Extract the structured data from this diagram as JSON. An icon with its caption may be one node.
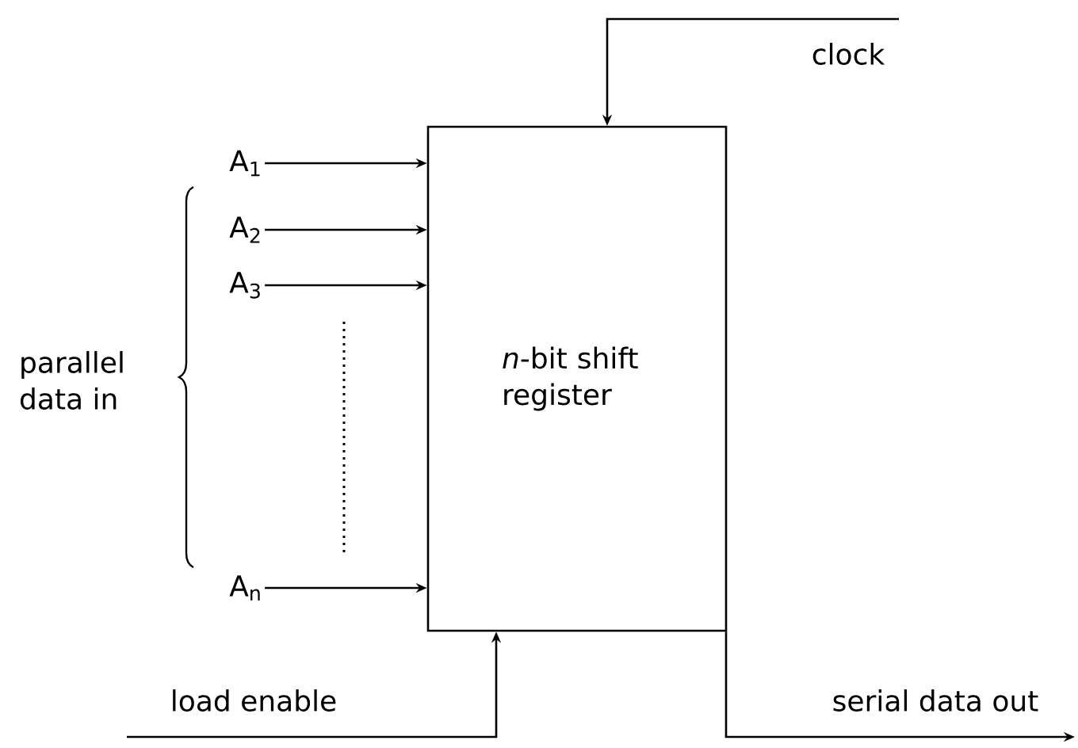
{
  "diagram": {
    "nodes": [
      {
        "text": [
          "*n*-bit shift register"
        ]
      },
      {
        "text": [
          "A$_{1}$"
        ]
      },
      {
        "text": [
          "A$_{2}$"
        ]
      },
      {
        "text": [
          "A$_{3}$"
        ]
      },
      {
        "text": [
          "A$_{n}$"
        ]
      }
    ],
    "edges": [
      {
        "from": 1,
        "to": 0,
        "arrow": "to"
      },
      {
        "from": 2,
        "to": 0,
        "arrow": "to"
      },
      {
        "from": 3,
        "to": 0,
        "arrow": "to"
      },
      {
        "from": 4,
        "to": 0,
        "arrow": "to"
      },
      {
        "from": null,
        "to": 0,
        "arrow": "to",
        "label": "clock"
      },
      {
        "from": null,
        "to": 0,
        "arrow": "to",
        "label": "load enable"
      },
      {
        "from": 0,
        "to": null,
        "arrow": "to",
        "label": "serial data out"
      }
    ],
    "labels": [
      "parallel data in"
    ]
  }
}
